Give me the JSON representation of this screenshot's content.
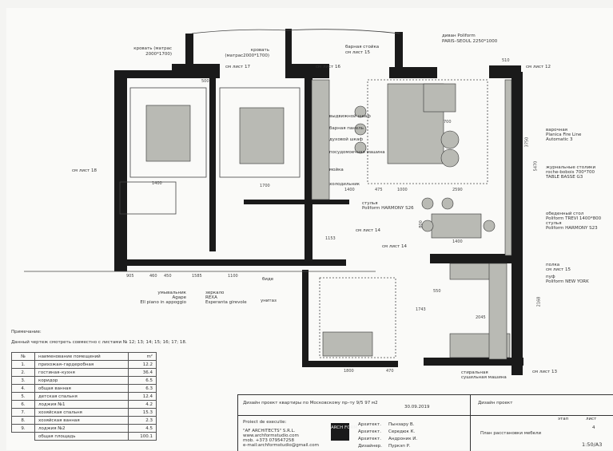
{
  "plan": {
    "labels": {
      "bed1": "кровать (матрас 2000*1700)",
      "bed2": "кровать (матрас2000*1700)",
      "bar": "барная стойка",
      "bar_ref": "см лист 15",
      "sofa": "диван Poliform",
      "sofa_model": "PARIS–SEOUL 2250*1000",
      "ref17": "см лист 17",
      "ref16": "см лист 16",
      "ref12": "см лист 12",
      "ref18": "см лист 18",
      "ref14a": "см лист 14",
      "ref14b": "см лист 14",
      "ref13": "см лист 13",
      "hob": "варочная",
      "hob_model": "Planica Fire Line",
      "hob_model2": "Automatic 3",
      "coffee": "журнальные столики",
      "coffee_model": "roche-bobois 700*700",
      "coffee_model2": "TABLE BASSE G3",
      "dining": "обеденный стол",
      "dining_model": "Poliform TREVI 1400*800",
      "chairs": "стулья",
      "chairs_model": "Poliform HARMONY S23",
      "shelf": "полка",
      "shelf_ref": "см лист 15",
      "pouf": "пуф",
      "pouf_model": "Poliform NEW YORK",
      "k1": "выдвижной шкаф",
      "k2": "барная панель",
      "k3": "духовой шкаф",
      "k4": "посудомоечная машина",
      "k5": "мойка",
      "k6": "холодильник",
      "stools": "стулья",
      "stools_model": "Poliform HARMONY S26",
      "basin": "умывальник",
      "basin_brand": "Agape",
      "basin_model": "Ell piano in appoggio",
      "mirror": "зеркало",
      "mirror_brand": "REXA",
      "mirror_model": "Esperanta girevole",
      "bidet": "биде",
      "wc": "унитаз",
      "washer": "стиральная",
      "washer2": "сушильная машина"
    },
    "dims": [
      "905",
      "460",
      "450",
      "1585",
      "1100",
      "1153",
      "1743",
      "2045",
      "1800",
      "470",
      "2168",
      "3750",
      "5470",
      "700",
      "2590",
      "1400",
      "475",
      "1000",
      "1400",
      "800",
      "550",
      "1700",
      "510",
      "1400",
      "500"
    ]
  },
  "notes": {
    "title": "Примечание:",
    "text": "Данный чертеж смотреть совместно с листами № 12; 13; 14; 15; 16; 17; 18."
  },
  "rooms": {
    "header": {
      "n": "№",
      "name": "наименование помещений",
      "area": "m²"
    },
    "rows": [
      {
        "n": "1.",
        "name": "прихожая–гардеробная",
        "area": "12.2"
      },
      {
        "n": "2.",
        "name": "гостиная–кухня",
        "area": "36.4"
      },
      {
        "n": "3.",
        "name": "коридор",
        "area": "6.5"
      },
      {
        "n": "4.",
        "name": "общая ванная",
        "area": "6.3"
      },
      {
        "n": "5.",
        "name": "детская спальня",
        "area": "12.4"
      },
      {
        "n": "6.",
        "name": "лоджия №1",
        "area": "4.2"
      },
      {
        "n": "7.",
        "name": "хозяйская спальня",
        "area": "15.3"
      },
      {
        "n": "8.",
        "name": "хозяйская ванная",
        "area": "2.3"
      },
      {
        "n": "9.",
        "name": "лоджия №2",
        "area": "4.5"
      }
    ],
    "total": {
      "name": "общая площадь",
      "area": "100.1"
    }
  },
  "titleblock": {
    "project": "Дизайн проект квартиры по Московскому пр–ту 9/5  97 м2",
    "type": "Дизайн проект",
    "exec_title": "Proiect de executie:",
    "company": "\"AF ARCHITECTS\" S.R.L.",
    "web": "www.archformstudio.com",
    "mob": "mob. +373 079547258",
    "email": "e-mail:archformstudio@gmail.com",
    "logo": "ARCH FORM",
    "date": "30.09.2019",
    "people": [
      {
        "role": "Архитект.",
        "name": "Пынзару В."
      },
      {
        "role": "Архитект.",
        "name": "Середюк К."
      },
      {
        "role": "Архитект.",
        "name": "Андроник И."
      },
      {
        "role": "Дизайнер.",
        "name": "Пуркэп Р."
      }
    ],
    "sheet_title": "План расстановки мебели",
    "stage_h": "этап",
    "sheet_h": "лист",
    "sheet_no": "4",
    "scale": "1:50/A3"
  }
}
